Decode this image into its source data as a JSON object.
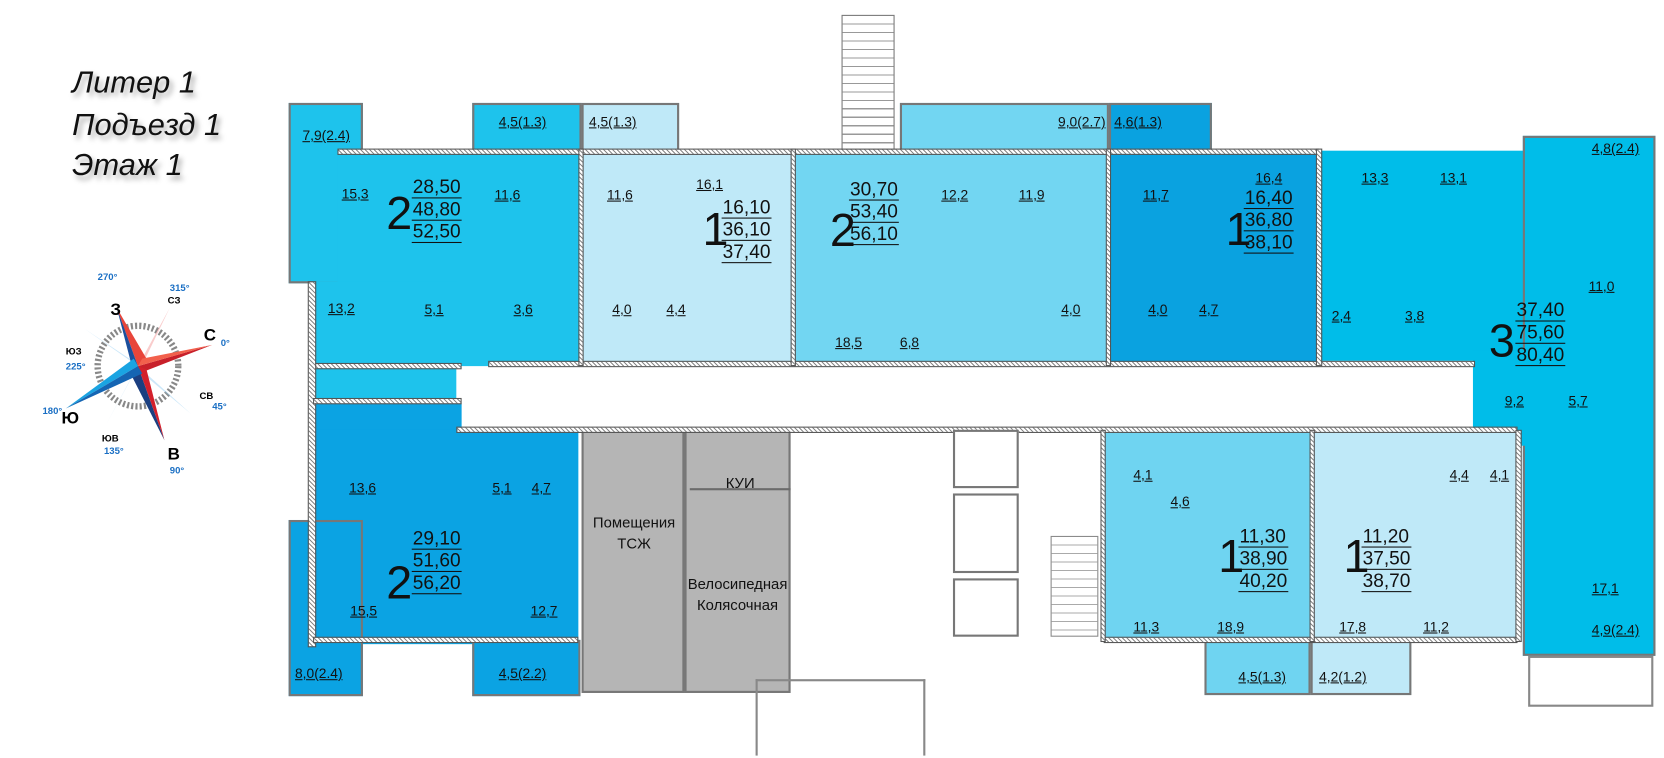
{
  "header": {
    "liter": "Литер 1",
    "entrance": "Подъезд 1",
    "floor": "Этаж 1"
  },
  "compass": {
    "north": "С",
    "east": "В",
    "south": "Ю",
    "west": "З",
    "deg_0": "0°",
    "deg_45": "45°",
    "deg_90": "90°",
    "deg_135": "135°",
    "deg_180": "180°",
    "deg_225": "225°",
    "deg_270": "270°",
    "deg_315": "315°",
    "nw": "СЗ",
    "ne": "СВ",
    "se": "ЮВ",
    "sw": "ЮЗ"
  },
  "colors": {
    "apt_a": "#1ec3ec",
    "apt_b": "#bfe9f8",
    "apt_c": "#72d6f2",
    "apt_d": "#0aa2e0",
    "apt_e": "#00bde9",
    "apt_f": "#bfe9f8",
    "apt_g": "#6fd4f1",
    "apt_h": "#0ba3e3",
    "service": "#b5b5b5"
  },
  "apartments": {
    "a": {
      "rooms": "2",
      "living": "28,50",
      "total": "48,80",
      "total_balcony": "52,50",
      "spaces": [
        "15,3",
        "11,6",
        "13,2",
        "5,1",
        "3,6",
        "7,9(2.4)",
        "4,5(1.3)"
      ]
    },
    "b": {
      "rooms": "1",
      "living": "16,10",
      "total": "36,10",
      "total_balcony": "37,40",
      "spaces": [
        "11,6",
        "16,1",
        "4,0",
        "4,4",
        "4,5(1.3)"
      ]
    },
    "c": {
      "rooms": "2",
      "living": "30,70",
      "total": "53,40",
      "total_balcony": "56,10",
      "spaces": [
        "12,2",
        "11,9",
        "18,5",
        "6,8",
        "4,0",
        "9,0(2.7)"
      ]
    },
    "d": {
      "rooms": "1",
      "living": "16,40",
      "total": "36,80",
      "total_balcony": "38,10",
      "spaces": [
        "11,7",
        "16,4",
        "4,0",
        "4,7",
        "4,6(1.3)"
      ]
    },
    "e": {
      "rooms": "3",
      "living": "37,40",
      "total": "75,60",
      "total_balcony": "80,40",
      "spaces": [
        "13,3",
        "13,1",
        "11,0",
        "2,4",
        "3,8",
        "9,2",
        "5,7",
        "17,1",
        "4,8(2.4)",
        "4,9(2.4)"
      ]
    },
    "f": {
      "rooms": "1",
      "living": "11,20",
      "total": "37,50",
      "total_balcony": "38,70",
      "spaces": [
        "4,4",
        "4,1",
        "17,8",
        "11,2",
        "4,2(1.2)"
      ]
    },
    "g": {
      "rooms": "1",
      "living": "11,30",
      "total": "38,90",
      "total_balcony": "40,20",
      "spaces": [
        "4,1",
        "4,6",
        "11,3",
        "18,9",
        "4,5(1.3)"
      ]
    },
    "h": {
      "rooms": "2",
      "living": "29,10",
      "total": "51,60",
      "total_balcony": "56,20",
      "spaces": [
        "13,6",
        "5,1",
        "4,7",
        "15,5",
        "12,7",
        "8,0(2.4)",
        "4,5(2.2)"
      ]
    }
  },
  "service_rooms": {
    "tszh_1": "Помещения",
    "tszh_2": "ТСЖ",
    "kui": "КУИ",
    "bike_1": "Велосипедная",
    "bike_2": "Колясочная"
  }
}
